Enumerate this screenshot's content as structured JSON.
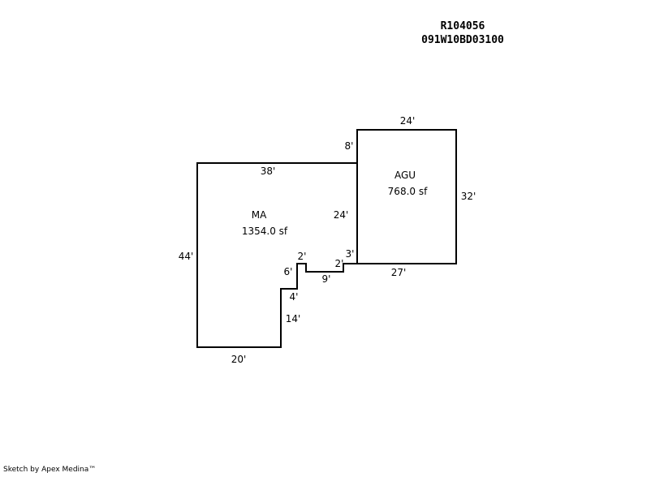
{
  "header": {
    "account_id": "R104056",
    "map_tax_lot": "091W10BD03100"
  },
  "sketch": {
    "areas": [
      {
        "label": "MA",
        "area": "1354.0 sf"
      },
      {
        "label": "AGU",
        "area": "768.0 sf"
      }
    ],
    "dimensions": {
      "ma_top": "38'",
      "ma_left": "44'",
      "ma_bottom": "20'",
      "ma_step_vertical_lower": "14'",
      "ma_step_horizontal_lower": "4'",
      "ma_step_vertical_upper": "6'",
      "ma_notch_top": "2'",
      "ma_notch_bottom": "9'",
      "ma_notch_right": "2'",
      "ma_jog_short": "3'",
      "shared_wall": "24'",
      "agu_top": "24'",
      "agu_left_upper": "8'",
      "agu_right": "32'",
      "agu_bottom": "27'"
    }
  },
  "footer": {
    "credit": "Sketch by Apex Medina™"
  }
}
